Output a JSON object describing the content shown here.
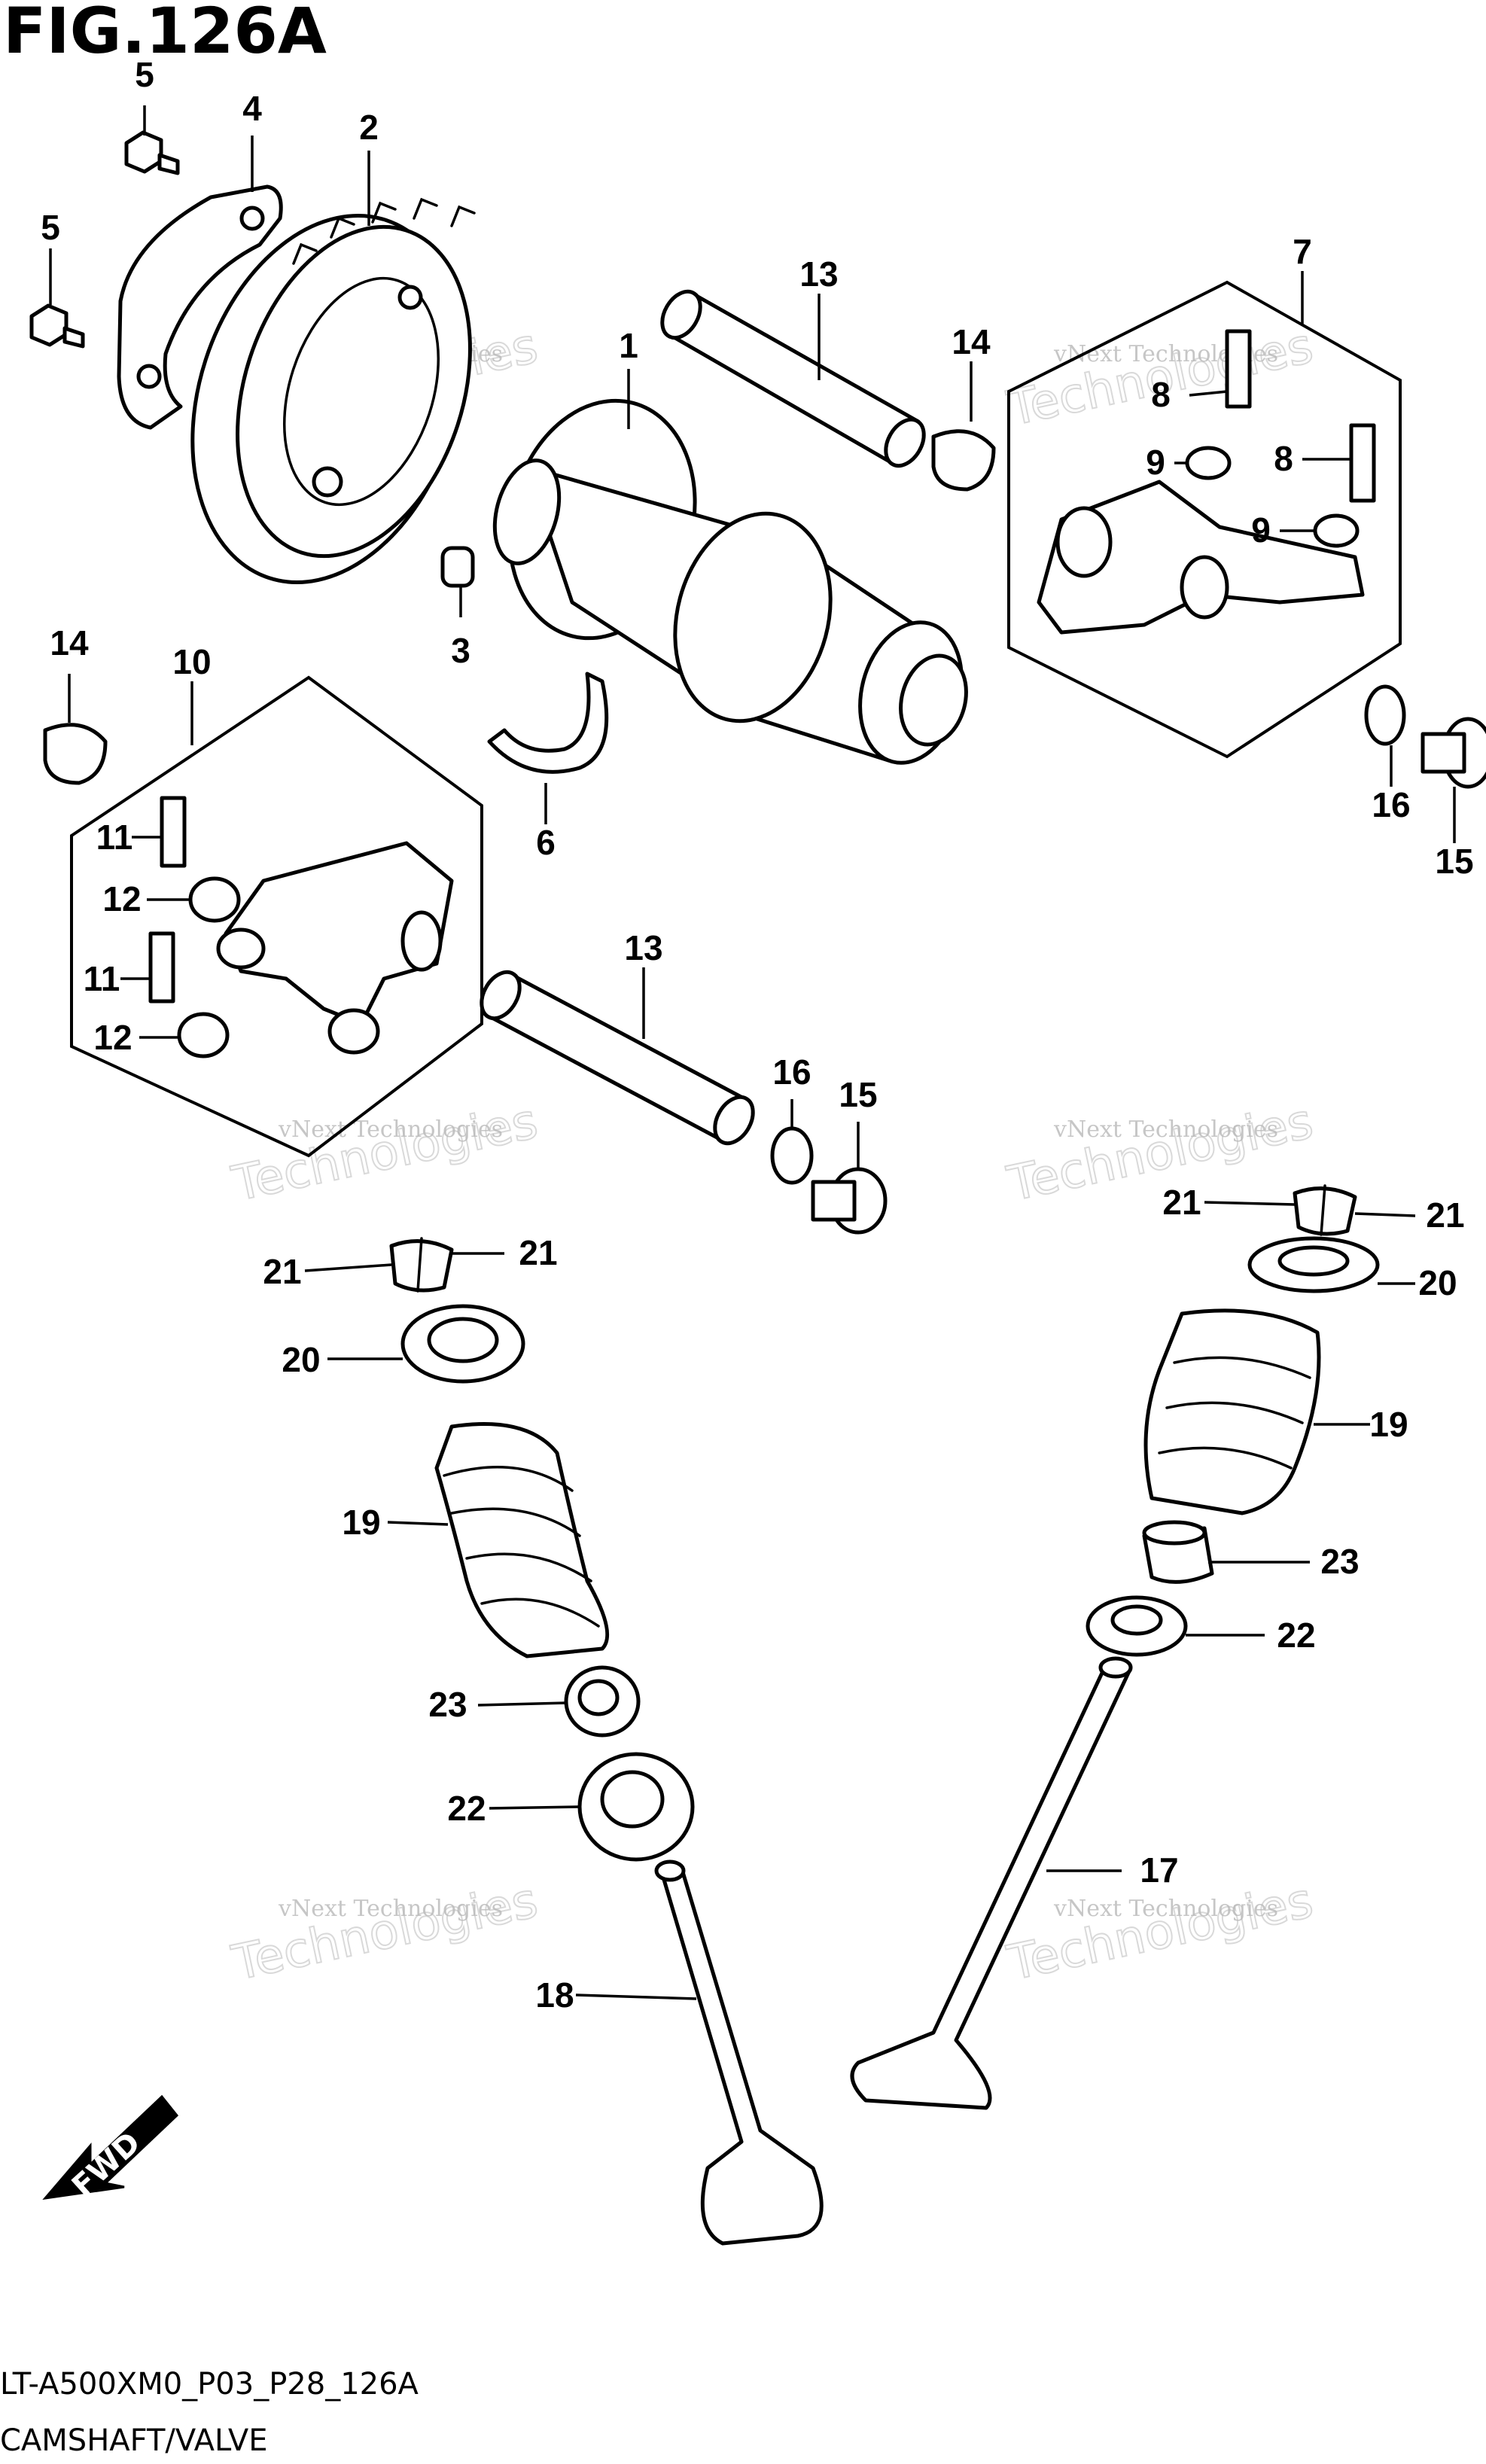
{
  "figure_title": "FIG.126A",
  "model_code": "LT-A500XM0_P03_P28_126A",
  "caption": "CAMSHAFT/VALVE",
  "fwd_label": "FWD",
  "watermark": {
    "line1": "vNext Technologies",
    "line2": "Technologies"
  },
  "callouts": [
    "5",
    "4",
    "2",
    "5",
    "1",
    "13",
    "14",
    "7",
    "8",
    "8",
    "9",
    "9",
    "3",
    "14",
    "10",
    "6",
    "16",
    "15",
    "11",
    "12",
    "11",
    "12",
    "13",
    "16",
    "15",
    "21",
    "21",
    "21",
    "21",
    "20",
    "20",
    "19",
    "19",
    "23",
    "23",
    "22",
    "22",
    "17",
    "18"
  ]
}
